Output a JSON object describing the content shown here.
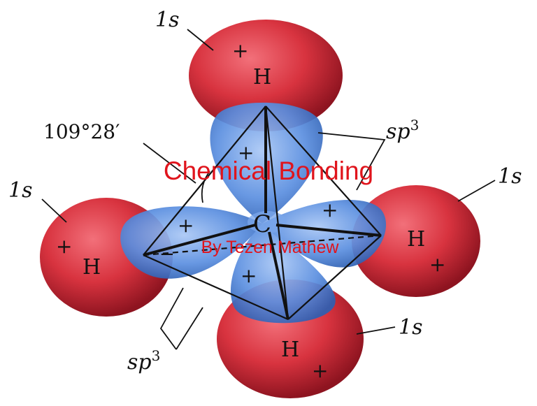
{
  "title": "Chemical Bonding",
  "subtitle": "By Tezen Mathew",
  "colors": {
    "title_text": "#e0141c",
    "lobe_blue": "#5b8fe0",
    "sphere_red": "#d8333f",
    "line": "#111111"
  },
  "diagram": {
    "center_atom": "C",
    "hydrogen_label": "H",
    "orbital_1s": "1s",
    "hybrid_sp": "sp",
    "hybrid_exp": "3",
    "bond_angle": "109°28′",
    "plus": "+",
    "minus": "−"
  }
}
